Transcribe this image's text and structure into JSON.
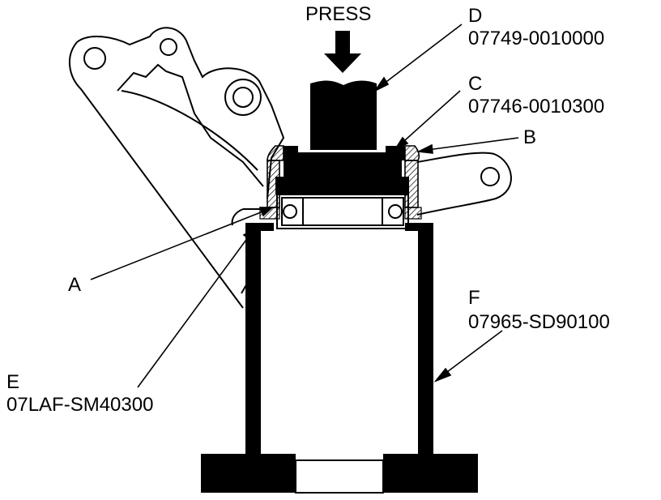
{
  "press_label": "PRESS",
  "callouts": {
    "a": {
      "letter": "A"
    },
    "b": {
      "letter": "B"
    },
    "c": {
      "letter": "C",
      "part_number": "07746-0010300"
    },
    "d": {
      "letter": "D",
      "part_number": "07749-0010000"
    },
    "e": {
      "letter": "E",
      "part_number": "07LAF-SM40300"
    },
    "f": {
      "letter": "F",
      "part_number": "07965-SD90100"
    }
  },
  "colors": {
    "ink": "#000000",
    "paper": "#ffffff"
  }
}
